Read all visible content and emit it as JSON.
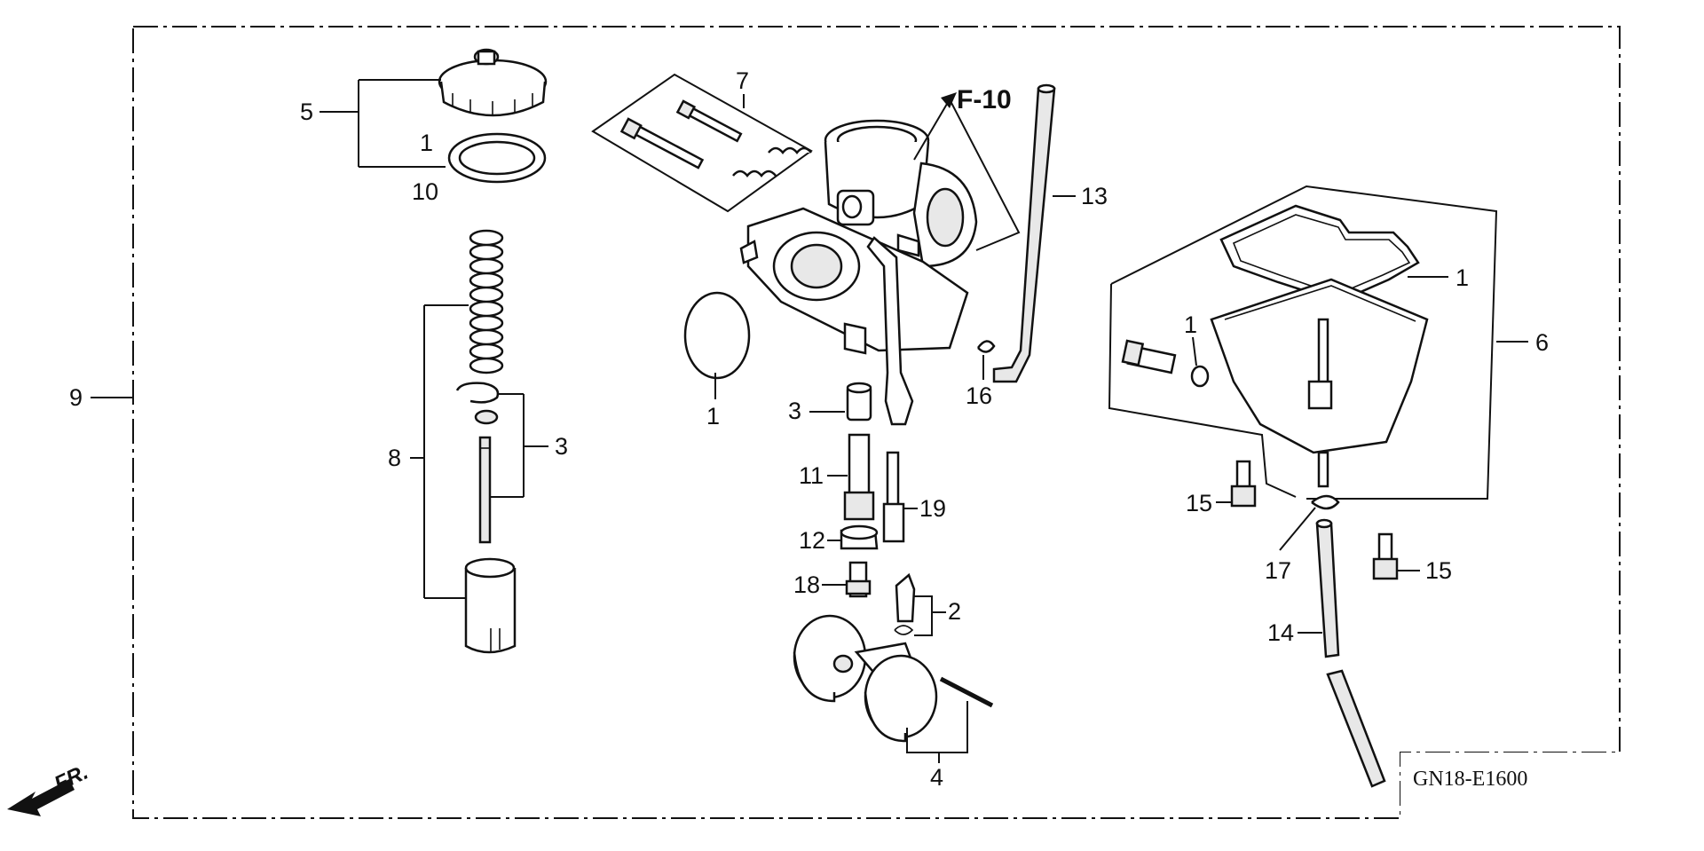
{
  "diagram": {
    "reference_code": "GN18-E1600",
    "front_arrow_label": "FR.",
    "cross_reference": "F-10",
    "callouts": {
      "c5": "5",
      "c1_top": "1",
      "c10": "10",
      "c8": "8",
      "c3_left": "3",
      "c9": "9",
      "c7": "7",
      "c1_oring": "1",
      "c3_mid": "3",
      "c11": "11",
      "c12": "12",
      "c18": "18",
      "c19": "19",
      "c2": "2",
      "c4": "4",
      "c13": "13",
      "c16": "16",
      "c1_gasket": "1",
      "c1_washer": "1",
      "c6": "6",
      "c15_left": "15",
      "c15_right": "15",
      "c17": "17",
      "c14": "14"
    }
  }
}
